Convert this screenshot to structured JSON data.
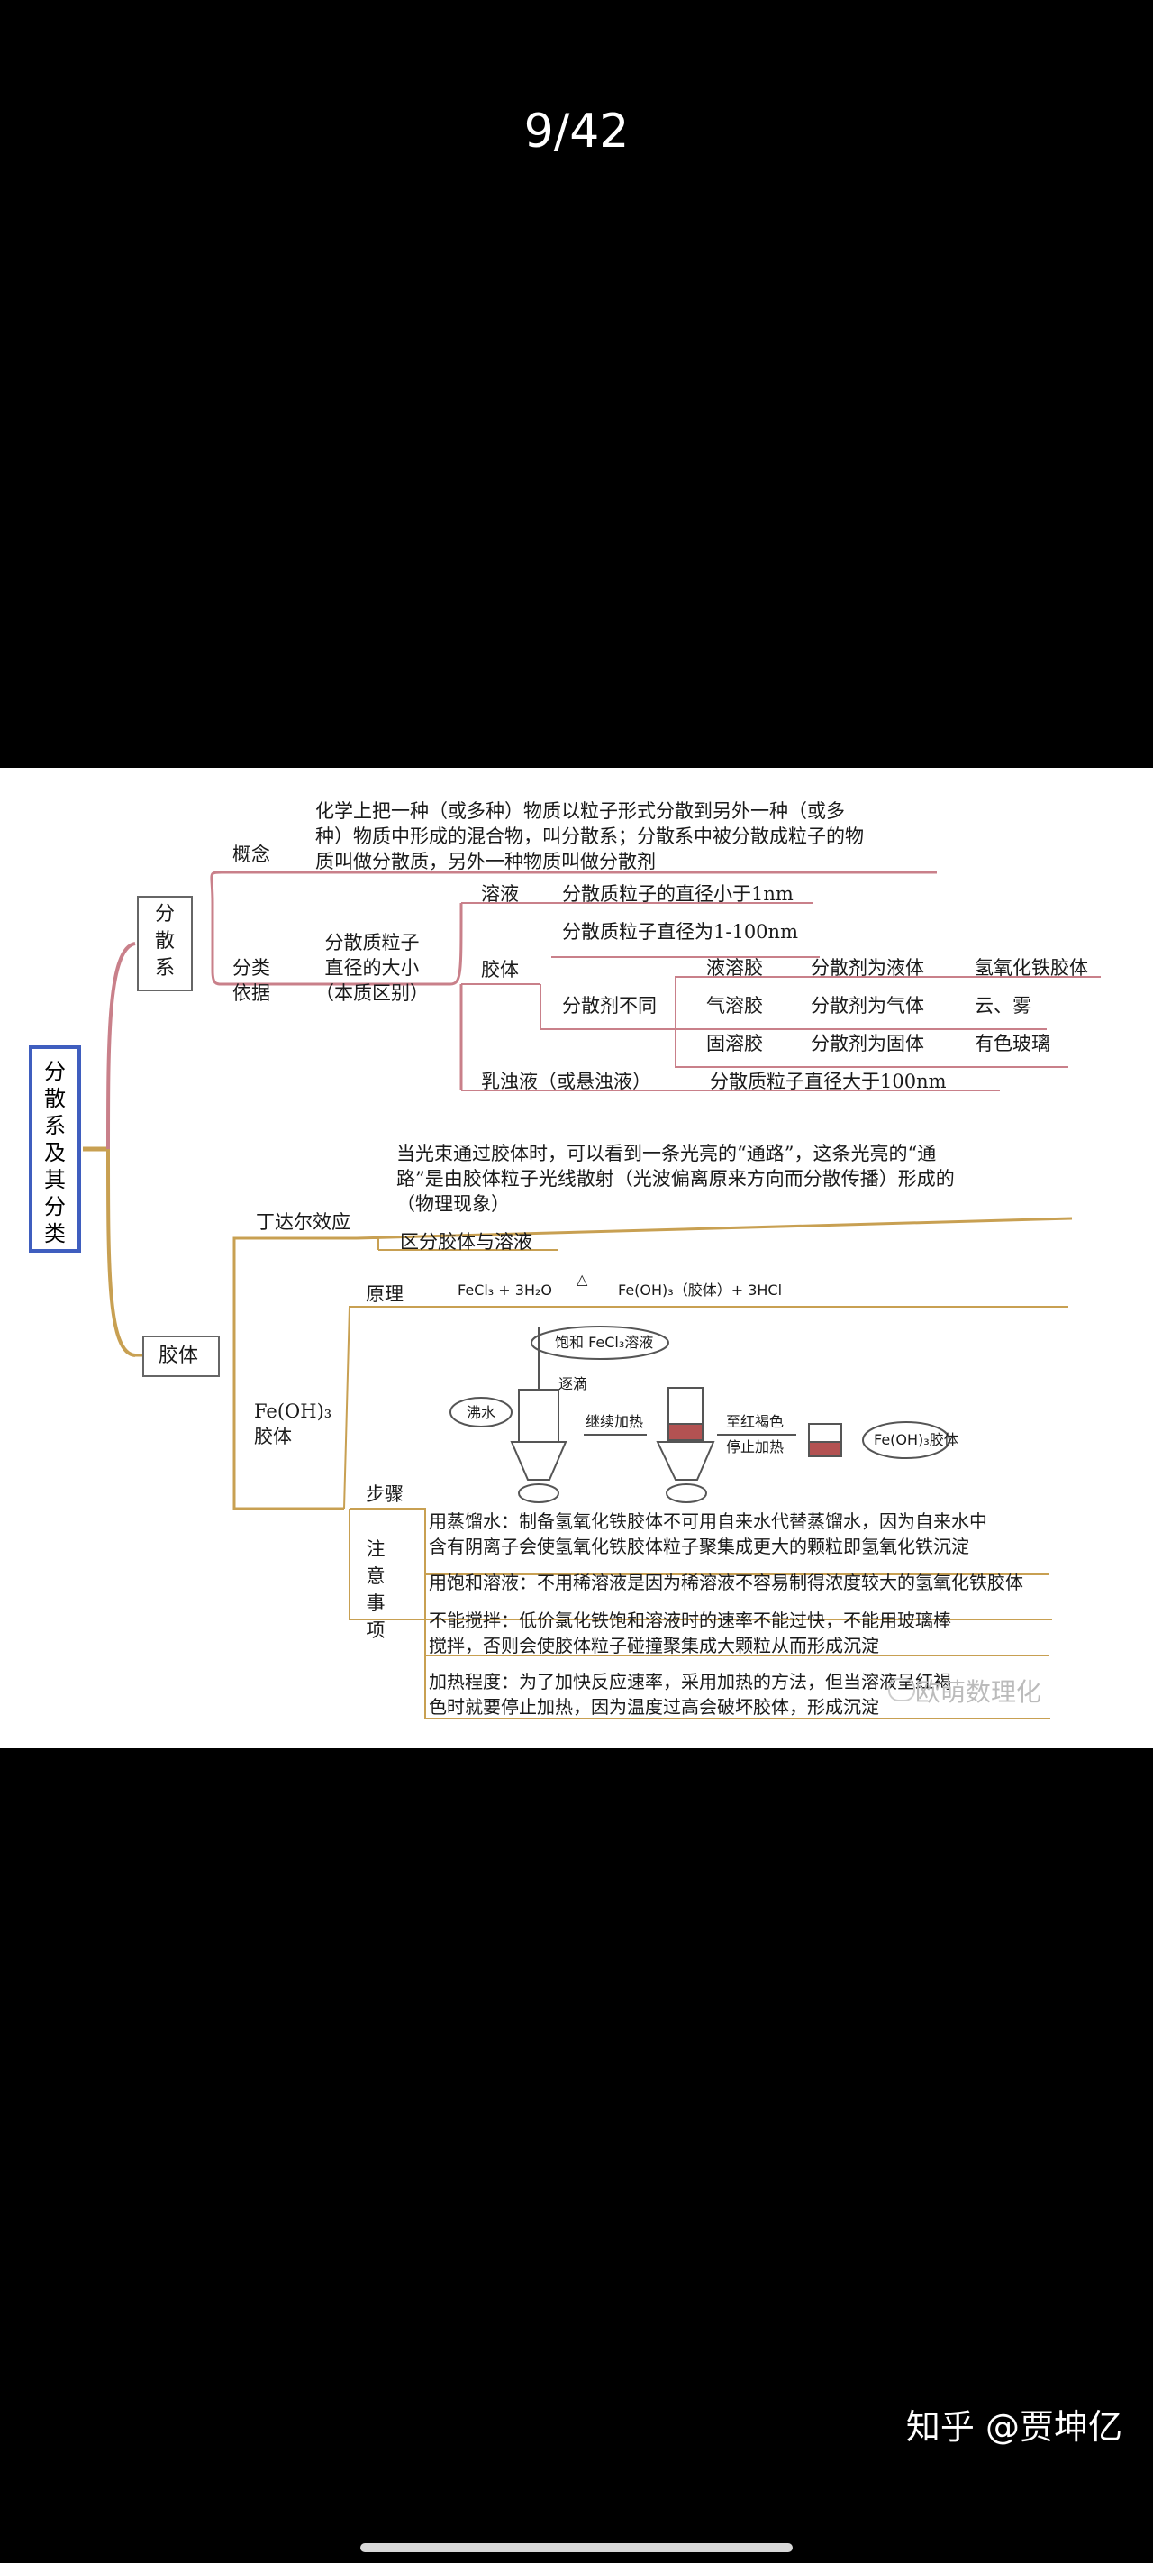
{
  "viewer": {
    "counter": "9/42"
  },
  "mindmap": {
    "root": "分\n散\n系\n及\n其\n分\n类",
    "dispersion": {
      "title": "分\n散\n系",
      "concept_label": "概念",
      "concept_text": "化学上把一种（或多种）物质以粒子形式分散到另外一种（或多\n种）物质中形成的混合物，叫分散系；分散系中被分散成粒子的物\n质叫做分散质，另外一种物质叫做分散剂",
      "basis_label": "分类\n依据",
      "basis_text": "分散质粒子\n直径的大小\n（本质区别）",
      "solution": "溶液",
      "solution_desc": "分散质粒子的直径小于1nm",
      "colloid": "胶体",
      "colloid_desc": "分散质粒子直径为1-100nm",
      "agent": "分散剂不同",
      "liquid_sol": "液溶胶",
      "liquid_agent": "分散剂为液体",
      "liquid_example": "氢氧化铁胶体",
      "gas_sol": "气溶胶",
      "gas_agent": "分散剂为气体",
      "gas_example": "云、雾",
      "solid_sol": "固溶胶",
      "solid_agent": "分散剂为固体",
      "solid_example": "有色玻璃",
      "emulsion": "乳浊液（或悬浊液）",
      "emulsion_desc": "分散质粒子直径大于100nm"
    },
    "colloid": {
      "title": "胶体",
      "tyndall_label": "丁达尔效应",
      "tyndall_text": "当光束通过胶体时，可以看到一条光亮的“通路”，这条光亮的“通\n路”是由胶体粒子光线散射（光波偏离原来方向而分散传播）形成的\n（物理现象）",
      "tyndall_use": "区分胶体与溶液",
      "feoh_label": "Fe(OH)₃\n胶体",
      "principle_label": "原理",
      "equation_left": "FeCl₃ + 3H₂O",
      "equation_cond": "△",
      "equation_right": "Fe(OH)₃（胶体）+ 3HCl",
      "apparatus": {
        "fecl3_label": "饱和 FeCl₃溶液",
        "drop_label": "逐滴",
        "boiling_water": "沸水",
        "continue_heat": "继续加热",
        "until_color": "至红褐色",
        "stop_heat": "停止加热",
        "product": "Fe(OH)₃胶体"
      },
      "steps_label": "步骤",
      "notes_label": "注\n意\n事\n项",
      "note1": "用蒸馏水：制备氢氧化铁胶体不可用自来水代替蒸馏水，因为自来水中\n含有阴离子会使氢氧化铁胶体粒子聚集成更大的颗粒即氢氧化铁沉淀",
      "note2": "用饱和溶液：不用稀溶液是因为稀溶液不容易制得浓度较大的氢氧化铁胶体",
      "note3": "不能搅拌：低价氯化铁饱和溶液时的速率不能过快，不能用玻璃棒\n搅拌，否则会使胶体粒子碰撞聚集成大颗粒从而形成沉淀",
      "note4": "加热程度：为了加快反应速率，采用加热的方法，但当溶液呈红褐\n色时就要停止加热，因为温度过高会破坏胶体，形成沉淀"
    },
    "watermark": "欧萌数理化"
  },
  "footer": {
    "credit": "知乎 @贾坤亿"
  },
  "colors": {
    "pink_branch": "#c9808a",
    "gold_branch": "#c8a052",
    "root_border": "#3f5ebf"
  }
}
